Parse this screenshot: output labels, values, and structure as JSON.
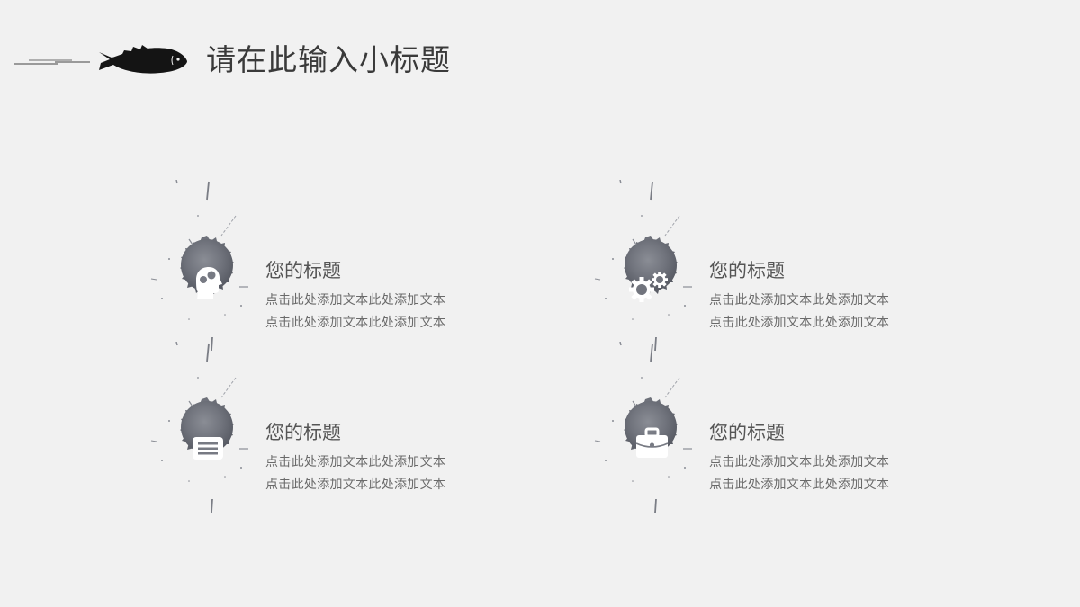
{
  "header": {
    "title": "请在此输入小标题",
    "decoration": "fish-icon"
  },
  "colors": {
    "background": "#f1f1f1",
    "ink": "#6c6f78",
    "ink_dark": "#555862",
    "title_text": "#3a3a3a",
    "body_text": "#6a6a6a"
  },
  "items": [
    {
      "icon": "head-gears-icon",
      "title": "您的标题",
      "lines": [
        "点击此处添加文本此处添加文本",
        "点击此处添加文本此处添加文本"
      ]
    },
    {
      "icon": "gears-icon",
      "title": "您的标题",
      "lines": [
        "点击此处添加文本此处添加文本",
        "点击此处添加文本此处添加文本"
      ]
    },
    {
      "icon": "message-icon",
      "title": "您的标题",
      "lines": [
        "点击此处添加文本此处添加文本",
        "点击此处添加文本此处添加文本"
      ]
    },
    {
      "icon": "briefcase-icon",
      "title": "您的标题",
      "lines": [
        "点击此处添加文本此处添加文本",
        "点击此处添加文本此处添加文本"
      ]
    }
  ]
}
